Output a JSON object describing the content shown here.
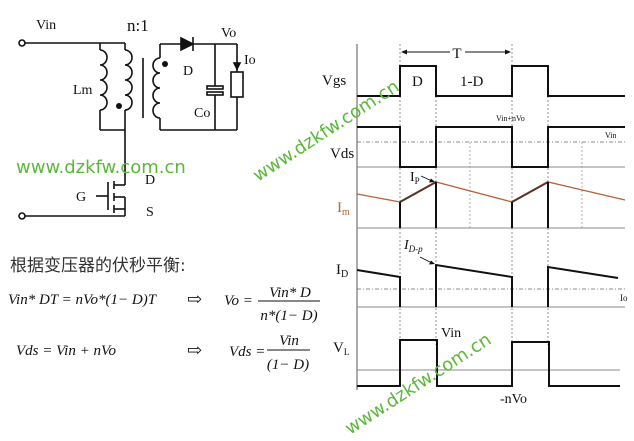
{
  "circuit": {
    "input_label": "Vin",
    "turns_ratio": "n:1",
    "magnetizing_inductance": "Lm",
    "diode": "D",
    "output_voltage": "Vo",
    "output_current": "Io",
    "output_capacitor": "Co",
    "mosfet_drain": "D",
    "mosfet_gate": "G",
    "mosfet_source": "S"
  },
  "watermark": {
    "text": "www.dzkfw.com.cn",
    "color": "#5cb83a"
  },
  "derivation": {
    "heading": "根据变压器的伏秒平衡:",
    "eq1_left": "Vin* DT = nVo*(1− D)T",
    "eq1_arrow": "⇨",
    "eq1_result_lhs": "Vo =",
    "eq1_result_num": "Vin* D",
    "eq1_result_den": "n*(1− D)",
    "eq2_left": "Vds = Vin + nVo",
    "eq2_arrow": "⇨",
    "eq2_result_lhs": "Vds =",
    "eq2_result_num": "Vin",
    "eq2_result_den": "(1− D)"
  },
  "waveforms": {
    "period_label": "T",
    "on_label": "D",
    "off_label": "1-D",
    "vgs_label": "Vgs",
    "vds_label": "Vds",
    "vds_high_label": "Vin+nVo",
    "vds_ref_label": "Vin",
    "im_label_main": "I",
    "im_label_sub": "m",
    "ip_label_main": "I",
    "ip_label_sub": "P",
    "id_label_main": "I",
    "id_label_sub": "D",
    "idp_label_main": "I",
    "idp_label_sub": "D-p",
    "io_label": "Io",
    "vl_label_main": "V",
    "vl_label_sub": "L",
    "vl_high_label": "Vin",
    "vl_low_label": "-nVo",
    "im_color": "#b5643a",
    "duty_cycle": 0.33,
    "periods_shown": 2
  }
}
